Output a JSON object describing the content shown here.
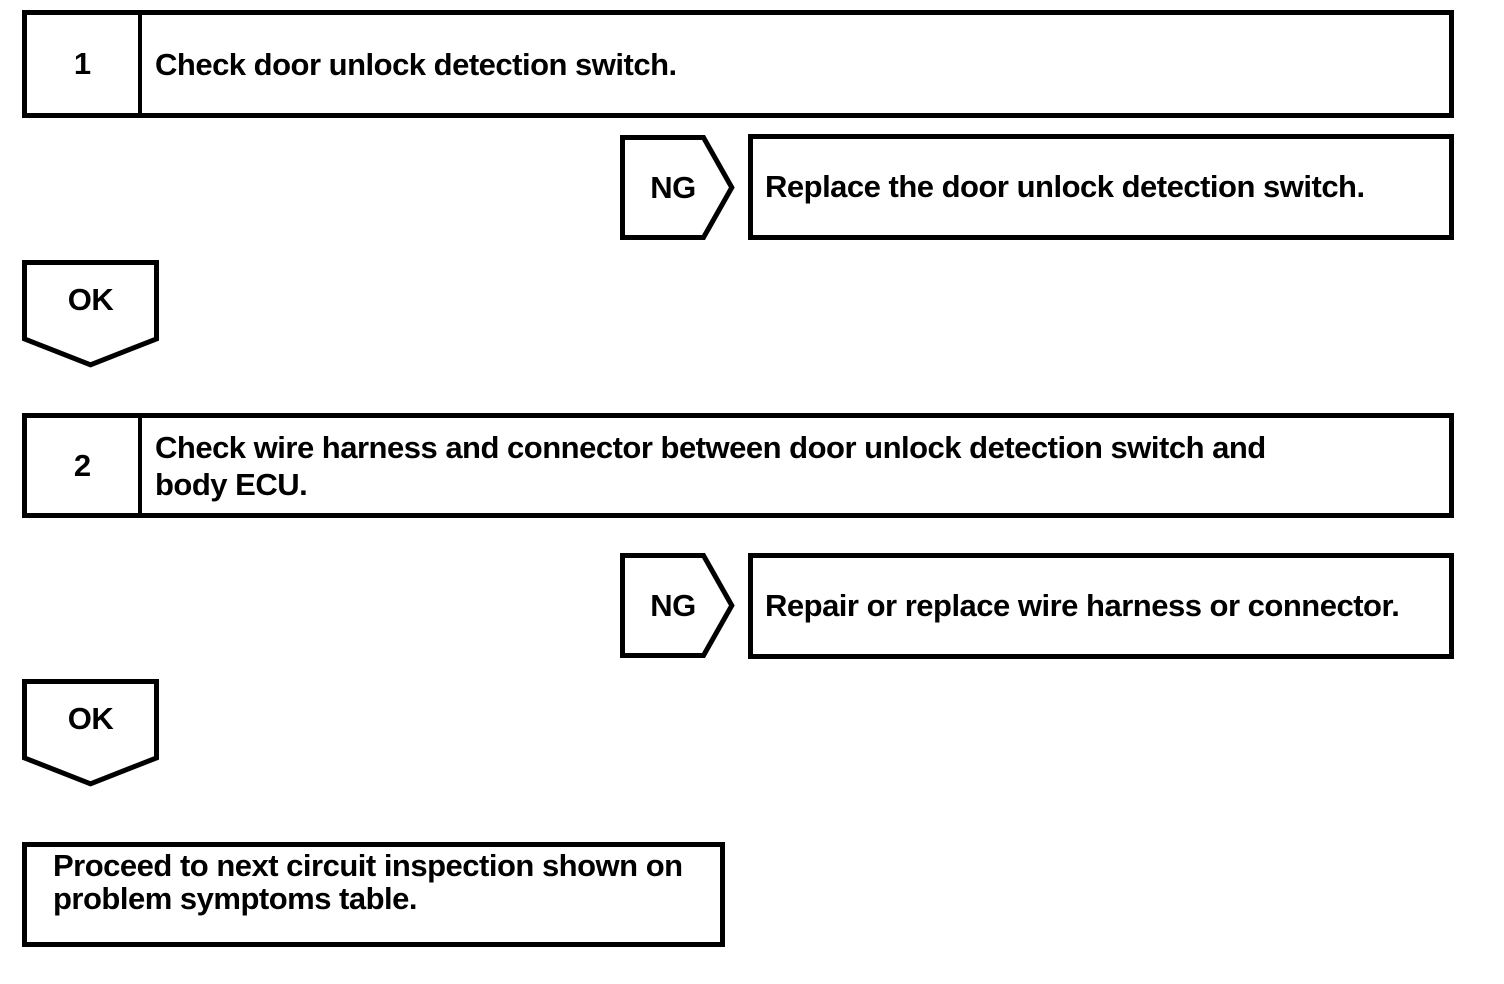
{
  "colors": {
    "line": "#000000",
    "background": "#ffffff",
    "text": "#000000"
  },
  "flowchart": {
    "step1": {
      "number": "1",
      "instruction": "Check door unlock detection switch."
    },
    "ng1": {
      "label": "NG",
      "action": "Replace the door unlock detection switch."
    },
    "ok1": {
      "label": "OK"
    },
    "step2": {
      "number": "2",
      "instruction_lines": [
        "Check wire harness and connector between door unlock detection switch and",
        "body ECU."
      ]
    },
    "ng2": {
      "label": "NG",
      "action": "Repair or replace wire harness or connector."
    },
    "ok2": {
      "label": "OK"
    },
    "final": {
      "lines": [
        "Proceed to next circuit inspection shown on",
        "problem symptoms table."
      ]
    }
  }
}
